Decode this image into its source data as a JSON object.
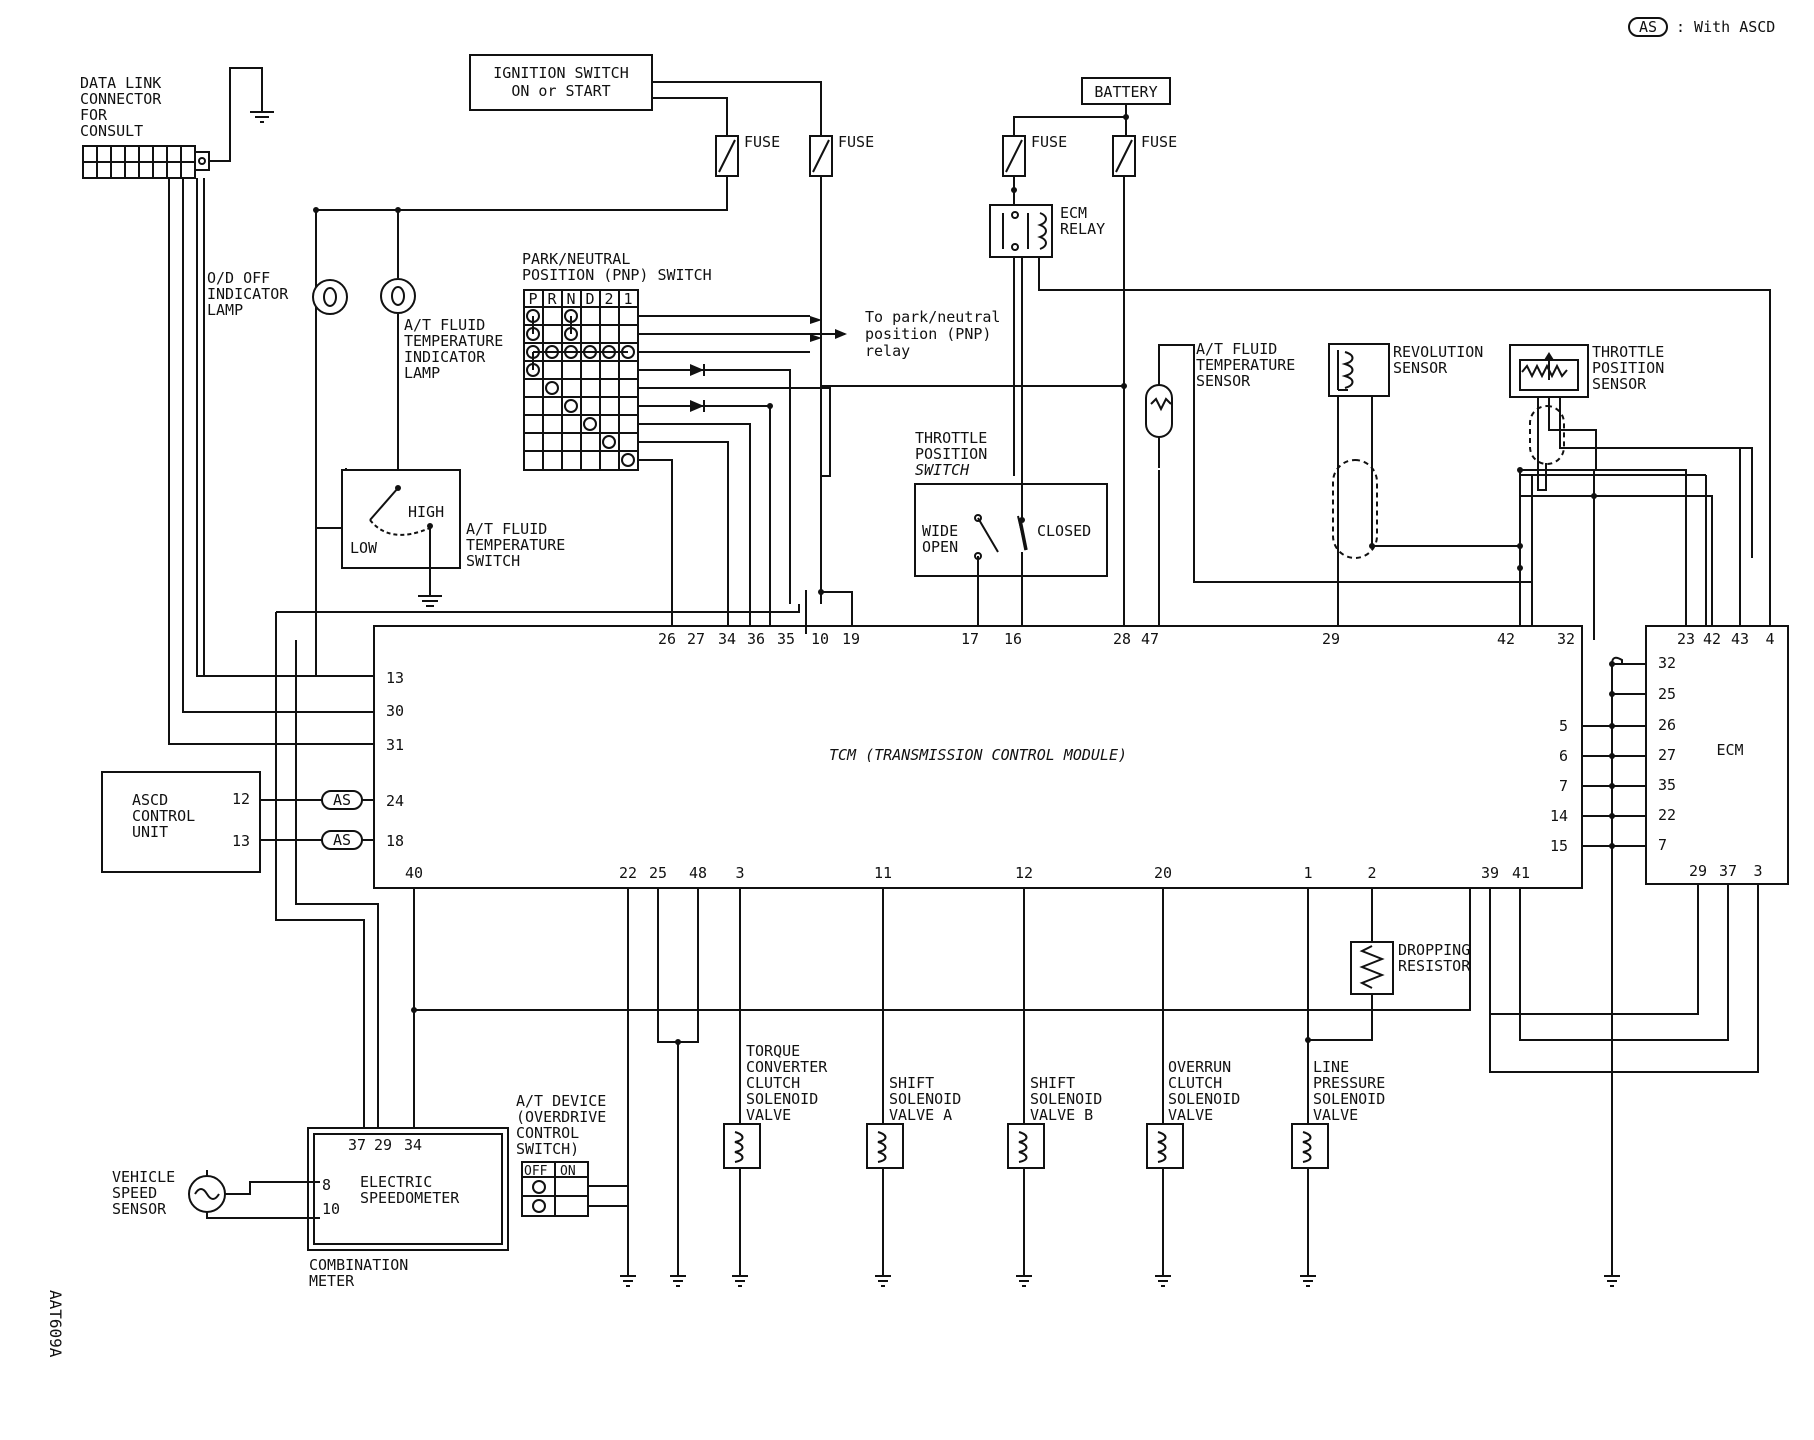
{
  "legend": {
    "as_symbol": "AS",
    "text": ": With ASCD"
  },
  "doc_code": "AAT609A",
  "labels": {
    "dlc": [
      "DATA LINK",
      "CONNECTOR",
      "FOR",
      "CONSULT"
    ],
    "ignition": [
      "IGNITION SWITCH",
      "ON or START"
    ],
    "fuse": "FUSE",
    "battery": "BATTERY",
    "ecm_relay": [
      "ECM",
      "RELAY"
    ],
    "od_off_lamp": [
      "O/D OFF",
      "INDICATOR",
      "LAMP"
    ],
    "at_fluid_temp_lamp": [
      "A/T FLUID",
      "TEMPERATURE",
      "INDICATOR",
      "LAMP"
    ],
    "pnp_switch": [
      "PARK/NEUTRAL",
      "POSITION (PNP) SWITCH"
    ],
    "pnp_header": [
      "P",
      "R",
      "N",
      "D",
      "2",
      "1"
    ],
    "pnp_relay": [
      "To park/neutral",
      "position (PNP)",
      "relay"
    ],
    "at_fluid_temp_switch": [
      "A/T FLUID",
      "TEMPERATURE",
      "SWITCH"
    ],
    "high": "HIGH",
    "low": "LOW",
    "throttle_switch": [
      "THROTTLE",
      "POSITION",
      "SWITCH"
    ],
    "wide_open": [
      "WIDE",
      "OPEN"
    ],
    "closed": "CLOSED",
    "at_fluid_temp_sensor": [
      "A/T FLUID",
      "TEMPERATURE",
      "SENSOR"
    ],
    "revolution_sensor": [
      "REVOLUTION",
      "SENSOR"
    ],
    "throttle_sensor": [
      "THROTTLE",
      "POSITION",
      "SENSOR"
    ],
    "tcm": "TCM (TRANSMISSION CONTROL MODULE)",
    "ecm": "ECM",
    "ascd": [
      "ASCD",
      "CONTROL",
      "UNIT"
    ],
    "as_tag": "AS",
    "dropping_resistor": [
      "DROPPING",
      "RESISTOR"
    ],
    "torque_converter": [
      "TORQUE",
      "CONVERTER",
      "CLUTCH",
      "SOLENOID",
      "VALVE"
    ],
    "shift_a": [
      "SHIFT",
      "SOLENOID",
      "VALVE A"
    ],
    "shift_b": [
      "SHIFT",
      "SOLENOID",
      "VALVE B"
    ],
    "overrun": [
      "OVERRUN",
      "CLUTCH",
      "SOLENOID",
      "VALVE"
    ],
    "line_pressure": [
      "LINE",
      "PRESSURE",
      "SOLENOID",
      "VALVE"
    ],
    "at_device": [
      "A/T DEVICE",
      "(OVERDRIVE",
      "CONTROL",
      "SWITCH)"
    ],
    "off": "OFF",
    "on": "ON",
    "vss": [
      "VEHICLE",
      "SPEED",
      "SENSOR"
    ],
    "speedometer": [
      "ELECTRIC",
      "SPEEDOMETER"
    ],
    "combination_meter": [
      "COMBINATION",
      "METER"
    ]
  },
  "pins": {
    "tcm_top": [
      "26",
      "27",
      "34",
      "36",
      "35",
      "10",
      "19",
      "17",
      "16",
      "28",
      "47",
      "29",
      "42",
      "32"
    ],
    "tcm_left": [
      "13",
      "30",
      "31",
      "24",
      "18"
    ],
    "tcm_bottom": [
      "40",
      "22",
      "25",
      "48",
      "3",
      "11",
      "12",
      "20",
      "1",
      "2",
      "39",
      "41"
    ],
    "tcm_right": [
      "5",
      "6",
      "7",
      "14",
      "15"
    ],
    "ecm_top": [
      "23",
      "42",
      "43",
      "4"
    ],
    "ecm_left": [
      "32",
      "25",
      "26",
      "27",
      "35",
      "22",
      "7"
    ],
    "ecm_bottom": [
      "29",
      "37",
      "3"
    ],
    "ascd": [
      "12",
      "13"
    ],
    "meter_top": [
      "37",
      "29",
      "34"
    ],
    "meter_left": [
      "8",
      "10"
    ]
  }
}
